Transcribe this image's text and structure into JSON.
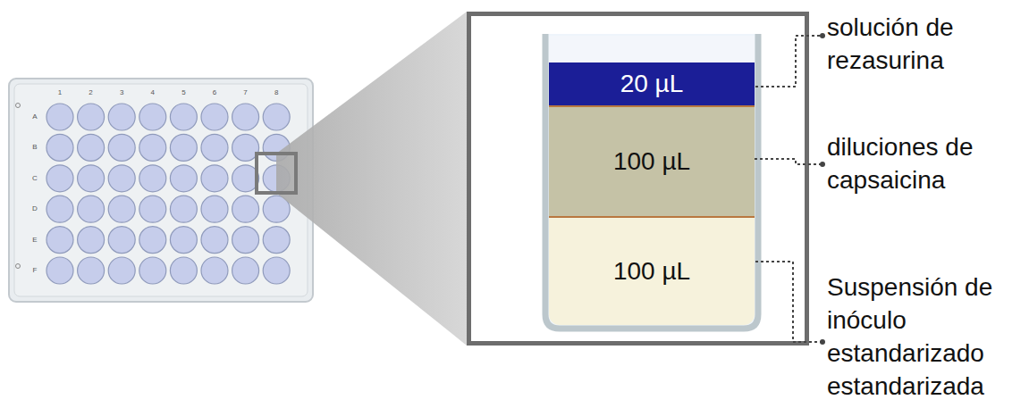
{
  "diagram": {
    "nodes": [
      {
        "text": [
          "20 µL"
        ]
      },
      {
        "text": [
          "100 µL"
        ]
      },
      {
        "text": [
          "100 µL"
        ]
      }
    ],
    "labels": [
      "1",
      "2",
      "3",
      "4",
      "5",
      "6",
      "7",
      "8",
      "A",
      "B",
      "C",
      "D",
      "E",
      "F",
      "solución de rezasurina",
      "diluciones de capsaicina",
      "Suspensión de inóculo estandarizado estandarizada"
    ]
  }
}
